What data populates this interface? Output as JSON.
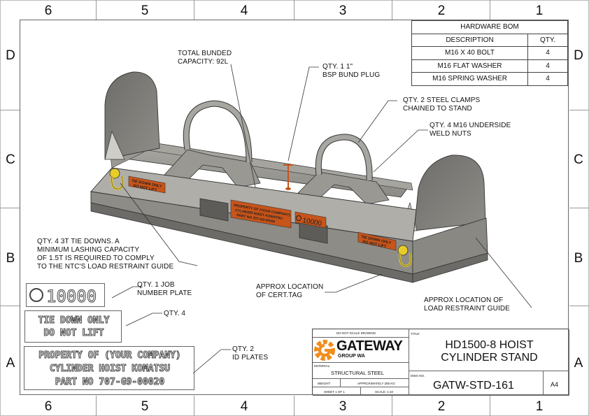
{
  "zones": {
    "columns": [
      "6",
      "5",
      "4",
      "3",
      "2",
      "1"
    ],
    "rows": [
      "D",
      "C",
      "B",
      "A"
    ]
  },
  "bom": {
    "title": "HARDWARE BOM",
    "headers": [
      "DESCRIPTION",
      "QTY."
    ],
    "rows": [
      [
        "M16 X 40 BOLT",
        "4"
      ],
      [
        "M16 FLAT WASHER",
        "4"
      ],
      [
        "M16 SPRING WASHER",
        "4"
      ]
    ]
  },
  "notes": {
    "capacity": [
      "TOTAL BUNDED",
      "CAPACITY: 92L"
    ],
    "plug": [
      "QTY. 1 1\"",
      "BSP BUND PLUG"
    ],
    "clamps": [
      "QTY. 2 STEEL CLAMPS",
      "CHAINED TO STAND"
    ],
    "weldnuts": [
      "QTY. 4 M16 UNDERSIDE",
      "WELD NUTS"
    ],
    "tiedowns": [
      "QTY. 4 3T TIE DOWNS. A",
      "MINIMUM LASHING CAPACITY",
      "OF 1.5T IS REQUIRED TO COMPLY",
      "TO THE NTC'S LOAD RESTRAINT GUIDE"
    ],
    "jobplate": [
      "QTY. 1 JOB",
      "NUMBER PLATE"
    ],
    "tiedownplate": [
      "QTY. 4"
    ],
    "idplates": [
      "QTY. 2",
      "ID PLATES"
    ],
    "certtag": [
      "APPROX LOCATION",
      "OF CERT.TAG"
    ],
    "restraint": [
      "APPROX LOCATION OF",
      "LOAD RESTRAINT GUIDE"
    ]
  },
  "plates": {
    "job": "10000",
    "tiedown": [
      "TIE DOWN ONLY",
      "DO NOT LIFT"
    ],
    "id": [
      "PROPERTY OF (YOUR COMPANY)",
      "CYLINDER HOIST KOMATSU",
      "PART NO  707-G9-00020"
    ]
  },
  "drawing_plates": {
    "tiedown": [
      "TIE DOWN ONLY",
      "DO NOT LIFT"
    ],
    "id": [
      "PROPERTY OF (YOUR COMPANY)",
      "CYLINDER HOIST KOMATSU",
      "PART NO  707-G9-00020"
    ],
    "job": "10000"
  },
  "title_block": {
    "do_not_scale": "DO NOT SCALE DRAWING",
    "company": "GATEWAY",
    "company_sub": "GROUP WA",
    "title_label": "TITLE:",
    "title": [
      "HD1500-8 HOIST",
      "CYLINDER STAND"
    ],
    "material_label": "MATERIAL:",
    "material": "STRUCTURAL STEEL",
    "weight_label": "WEIGHT:",
    "weight": "APPROXIMATELY 265 KG",
    "sheet": "SHEET 1 OF 1",
    "scale": "SCALE: 1:10",
    "dwg_label": "DWG NO.",
    "dwg_no": "GATW-STD-161",
    "size": "A4"
  },
  "colors": {
    "steel": "#8a8883",
    "steel_dark": "#6c6a66",
    "steel_light": "#b3b1ac",
    "label_orange": "#c8541a",
    "shackle_yellow": "#e8cc2a",
    "logo_orange": "#f28c1c"
  }
}
